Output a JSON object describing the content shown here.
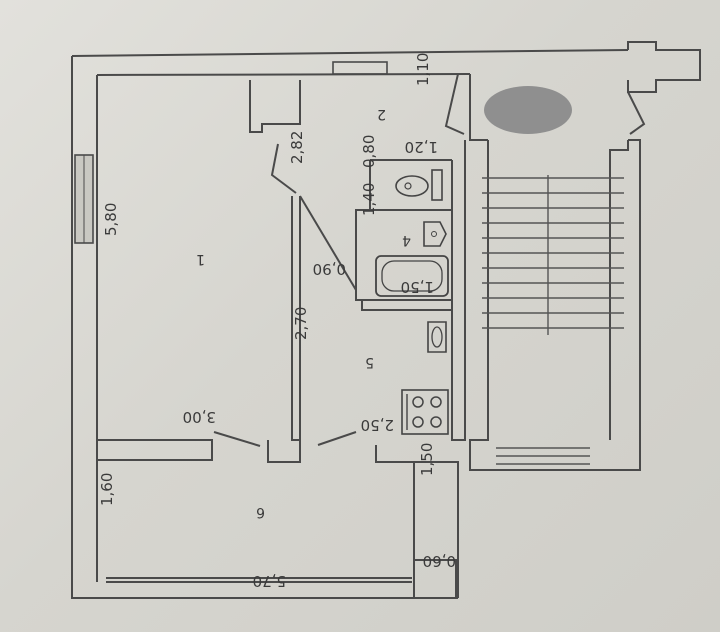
{
  "plan": {
    "rooms": {
      "room_1": "1",
      "room_2": "2",
      "room_4": "4",
      "room_5": "5",
      "room_6": "6"
    },
    "dimensions": {
      "d_580_left": "5,80",
      "d_300": "3,00",
      "d_282": "2,82",
      "d_090": "0,90",
      "d_270": "2,70",
      "d_250_kitchen": "2,50",
      "d_120": "1,20",
      "d_110": "1,10",
      "d_080": "0,80",
      "d_140": "1,40",
      "d_150_bath": "1,50",
      "d_160": "1,60",
      "d_570": "5,70",
      "d_060": "0,60",
      "d_150_balcony": "1,50"
    },
    "redaction_color": "#8f8f8f",
    "line_color": "#4a4a4a"
  }
}
